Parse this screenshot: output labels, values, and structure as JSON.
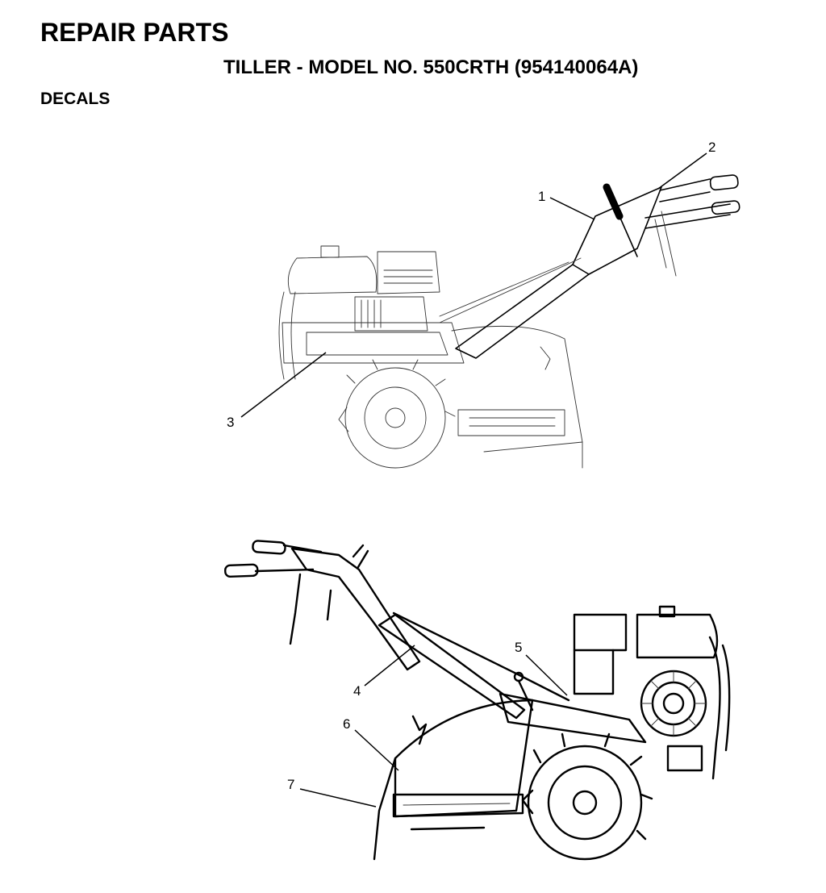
{
  "header": {
    "title": "REPAIR PARTS",
    "subtitle": "TILLER - MODEL NO. 550CRTH (954140064A)",
    "section": "DECALS"
  },
  "callouts": [
    "1",
    "2",
    "3",
    "4",
    "5",
    "6",
    "7"
  ]
}
